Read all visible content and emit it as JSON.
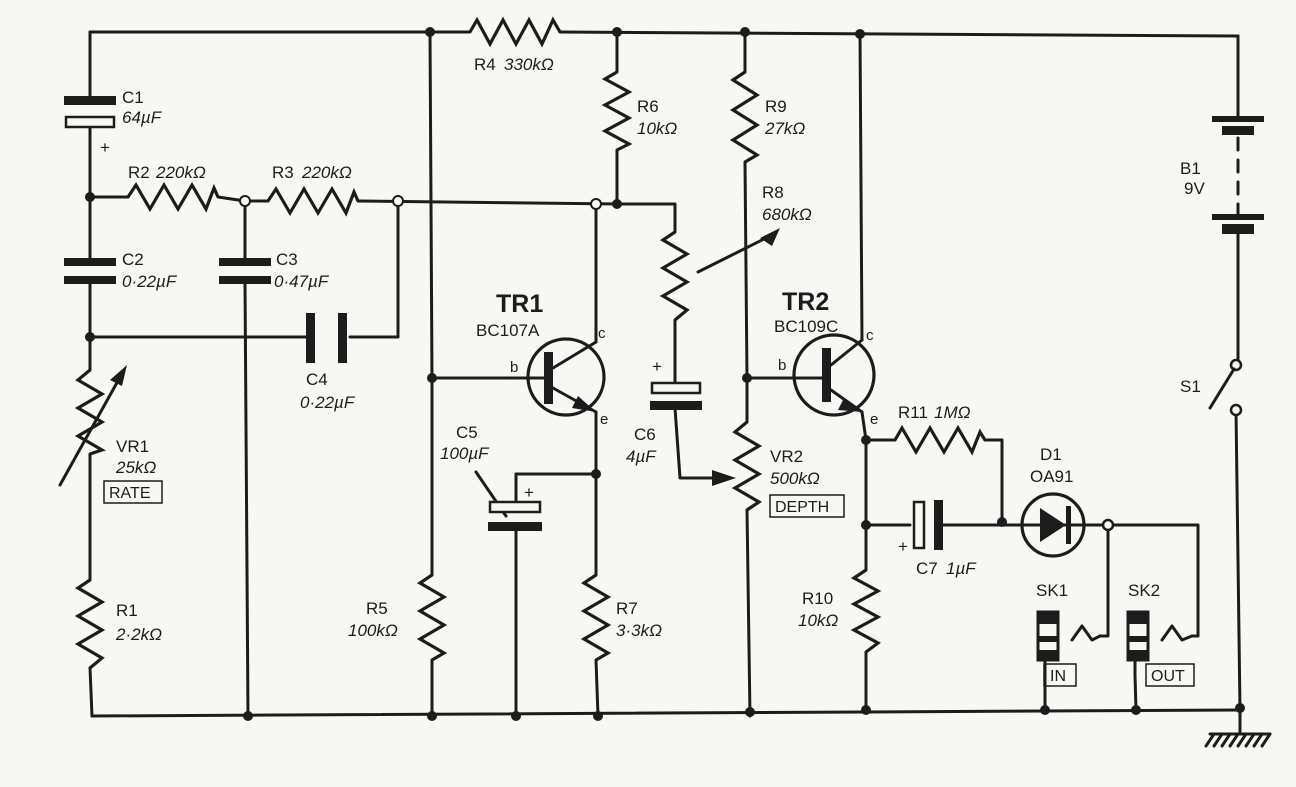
{
  "components": {
    "r1": {
      "ref": "R1",
      "value": "2·2kΩ"
    },
    "r2": {
      "ref": "R2",
      "value": "220kΩ"
    },
    "r3": {
      "ref": "R3",
      "value": "220kΩ"
    },
    "r4": {
      "ref": "R4",
      "value": "330kΩ"
    },
    "r5": {
      "ref": "R5",
      "value": "100kΩ"
    },
    "r6": {
      "ref": "R6",
      "value": "10kΩ"
    },
    "r7": {
      "ref": "R7",
      "value": "3·3kΩ"
    },
    "r8": {
      "ref": "R8",
      "value": "680kΩ"
    },
    "r9": {
      "ref": "R9",
      "value": "27kΩ"
    },
    "r10": {
      "ref": "R10",
      "value": "10kΩ"
    },
    "r11": {
      "ref": "R11",
      "value": "1MΩ"
    },
    "vr1": {
      "ref": "VR1",
      "value": "25kΩ",
      "tag": "RATE"
    },
    "vr2": {
      "ref": "VR2",
      "value": "500kΩ",
      "tag": "DEPTH"
    },
    "c1": {
      "ref": "C1",
      "value": "64µF"
    },
    "c2": {
      "ref": "C2",
      "value": "0·22µF"
    },
    "c3": {
      "ref": "C3",
      "value": "0·47µF"
    },
    "c4": {
      "ref": "C4",
      "value": "0·22µF"
    },
    "c5": {
      "ref": "C5",
      "value": "100µF"
    },
    "c6": {
      "ref": "C6",
      "value": "4µF"
    },
    "c7": {
      "ref": "C7",
      "value": "1µF"
    },
    "tr1": {
      "ref": "TR1",
      "part": "BC107A"
    },
    "tr2": {
      "ref": "TR2",
      "part": "BC109C"
    },
    "d1": {
      "ref": "D1",
      "part": "OA91"
    },
    "b1": {
      "ref": "B1",
      "value": "9V"
    },
    "s1": {
      "ref": "S1"
    },
    "sk1": {
      "ref": "SK1",
      "tag": "IN"
    },
    "sk2": {
      "ref": "SK2",
      "tag": "OUT"
    }
  },
  "pins": {
    "b": "b",
    "c": "c",
    "e": "e"
  },
  "polarity": "+"
}
